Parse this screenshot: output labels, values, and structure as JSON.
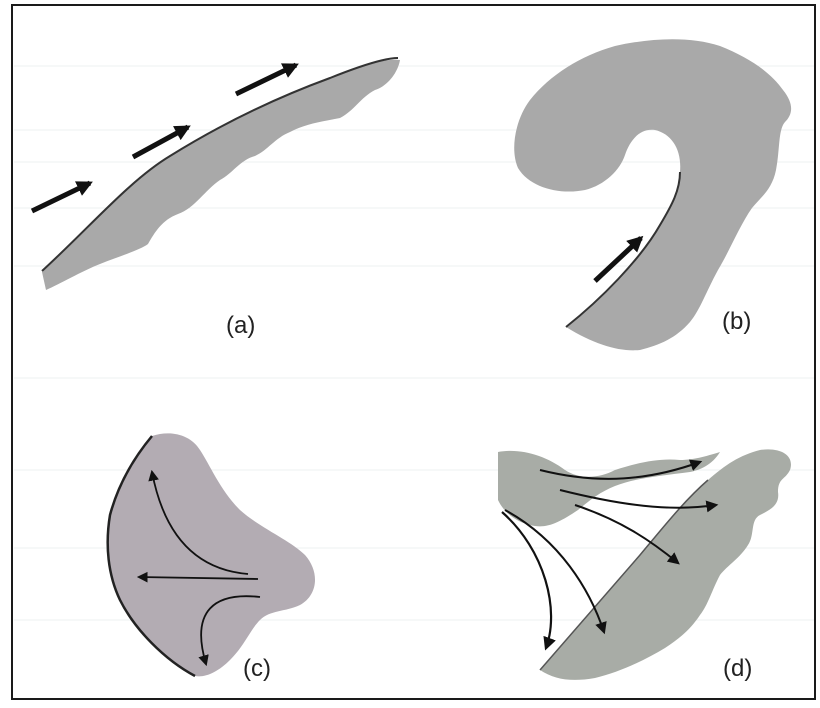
{
  "panels": [
    {
      "label": "(a)"
    },
    {
      "label": "(b)"
    },
    {
      "label": "(c)"
    },
    {
      "label": "(d)"
    }
  ],
  "colors": {
    "shape_gray": "#a9a9a9",
    "shape_lavender": "#b3acb3",
    "shape_sage": "#a8aca6",
    "arrow": "#111111",
    "frame": "#1a1a1a",
    "faint_line": "#eef0f2"
  }
}
